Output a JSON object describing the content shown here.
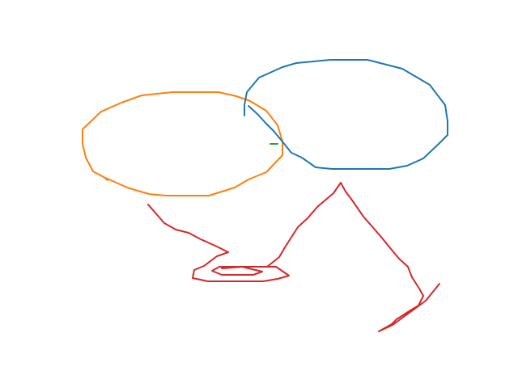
{
  "strokes": [
    {
      "name": "orange-loop-stroke",
      "color": "#ff7f0e"
    },
    {
      "name": "blue-loop-stroke",
      "color": "#1f77b4"
    },
    {
      "name": "green-dash-stroke",
      "color": "#2ca02c"
    },
    {
      "name": "red-zigzag-stroke",
      "color": "#d62728"
    }
  ]
}
